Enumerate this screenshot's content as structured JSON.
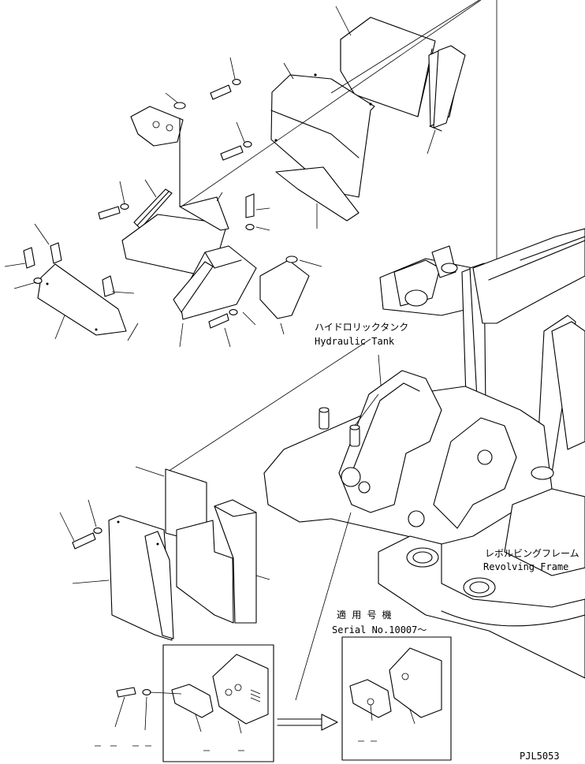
{
  "labels": {
    "hydraulic_tank_jp": "ハイドロリックタンク",
    "hydraulic_tank_en": "Hydraulic Tank",
    "revolving_frame_jp": "レボルビングフレーム",
    "revolving_frame_en": "Revolving Frame",
    "applicable_serial_jp": "適 用 号 機",
    "applicable_serial_en": "Serial No.10007～",
    "drawing_code": "PJL5053"
  },
  "colors": {
    "line": "#000000",
    "background": "#ffffff"
  }
}
